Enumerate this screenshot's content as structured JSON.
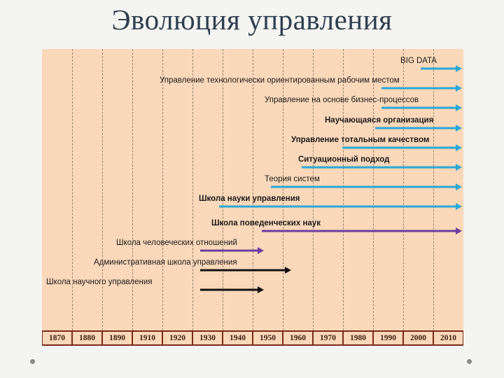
{
  "title": "Эволюция управления",
  "years": [
    "1870",
    "1880",
    "1890",
    "1910",
    "1920",
    "1930",
    "1940",
    "1950",
    "1960",
    "1970",
    "1980",
    "1990",
    "2000",
    "2010"
  ],
  "timeline": [
    {
      "name": "big-data",
      "label": "BIG DATA",
      "start": 0.898,
      "end": 1.0,
      "color": "#29a9d8",
      "bold": false
    },
    {
      "name": "technology-oriented-workplace",
      "label": "Управление технологически ориентированным рабочим местом",
      "start": 0.805,
      "end": 1.0,
      "color": "#29a9d8",
      "bold": false
    },
    {
      "name": "business-process-management",
      "label": "Управление на основе бизнес-процессов",
      "start": 0.805,
      "end": 1.0,
      "color": "#29a9d8",
      "bold": false
    },
    {
      "name": "learning-organization",
      "label": "Научающаяся организация",
      "start": 0.79,
      "end": 1.0,
      "color": "#29a9d8",
      "bold": true
    },
    {
      "name": "total-quality-management",
      "label": "Управление тотальным качеством",
      "start": 0.712,
      "end": 1.0,
      "color": "#29a9d8",
      "bold": true
    },
    {
      "name": "situational-approach",
      "label": "Ситуационный подход",
      "start": 0.617,
      "end": 1.0,
      "color": "#29a9d8",
      "bold": true
    },
    {
      "name": "systems-theory",
      "label": "Теория систем",
      "start": 0.543,
      "end": 1.0,
      "color": "#29a9d8",
      "bold": false
    },
    {
      "name": "management-science-school",
      "label": "Школа науки управления",
      "start": 0.42,
      "end": 1.0,
      "color": "#29a9d8",
      "bold": true
    },
    {
      "name": "behavioral-sciences-school",
      "label": "Школа поведенческих наук",
      "start": 0.522,
      "end": 1.0,
      "color": "#6b3ea0",
      "bold": true
    },
    {
      "name": "human-relations-school",
      "label": "Школа человеческих отношений",
      "start": 0.375,
      "end": 0.53,
      "color": "#6b3ea0",
      "bold": false
    },
    {
      "name": "administrative-school",
      "label": "Административная школа управления",
      "start": 0.375,
      "end": 0.595,
      "color": "#111111",
      "bold": false
    },
    {
      "name": "scientific-management-school",
      "label": "Школа научного управления",
      "start": 0.375,
      "end": 0.53,
      "color": "#111111",
      "bold": false
    }
  ]
}
